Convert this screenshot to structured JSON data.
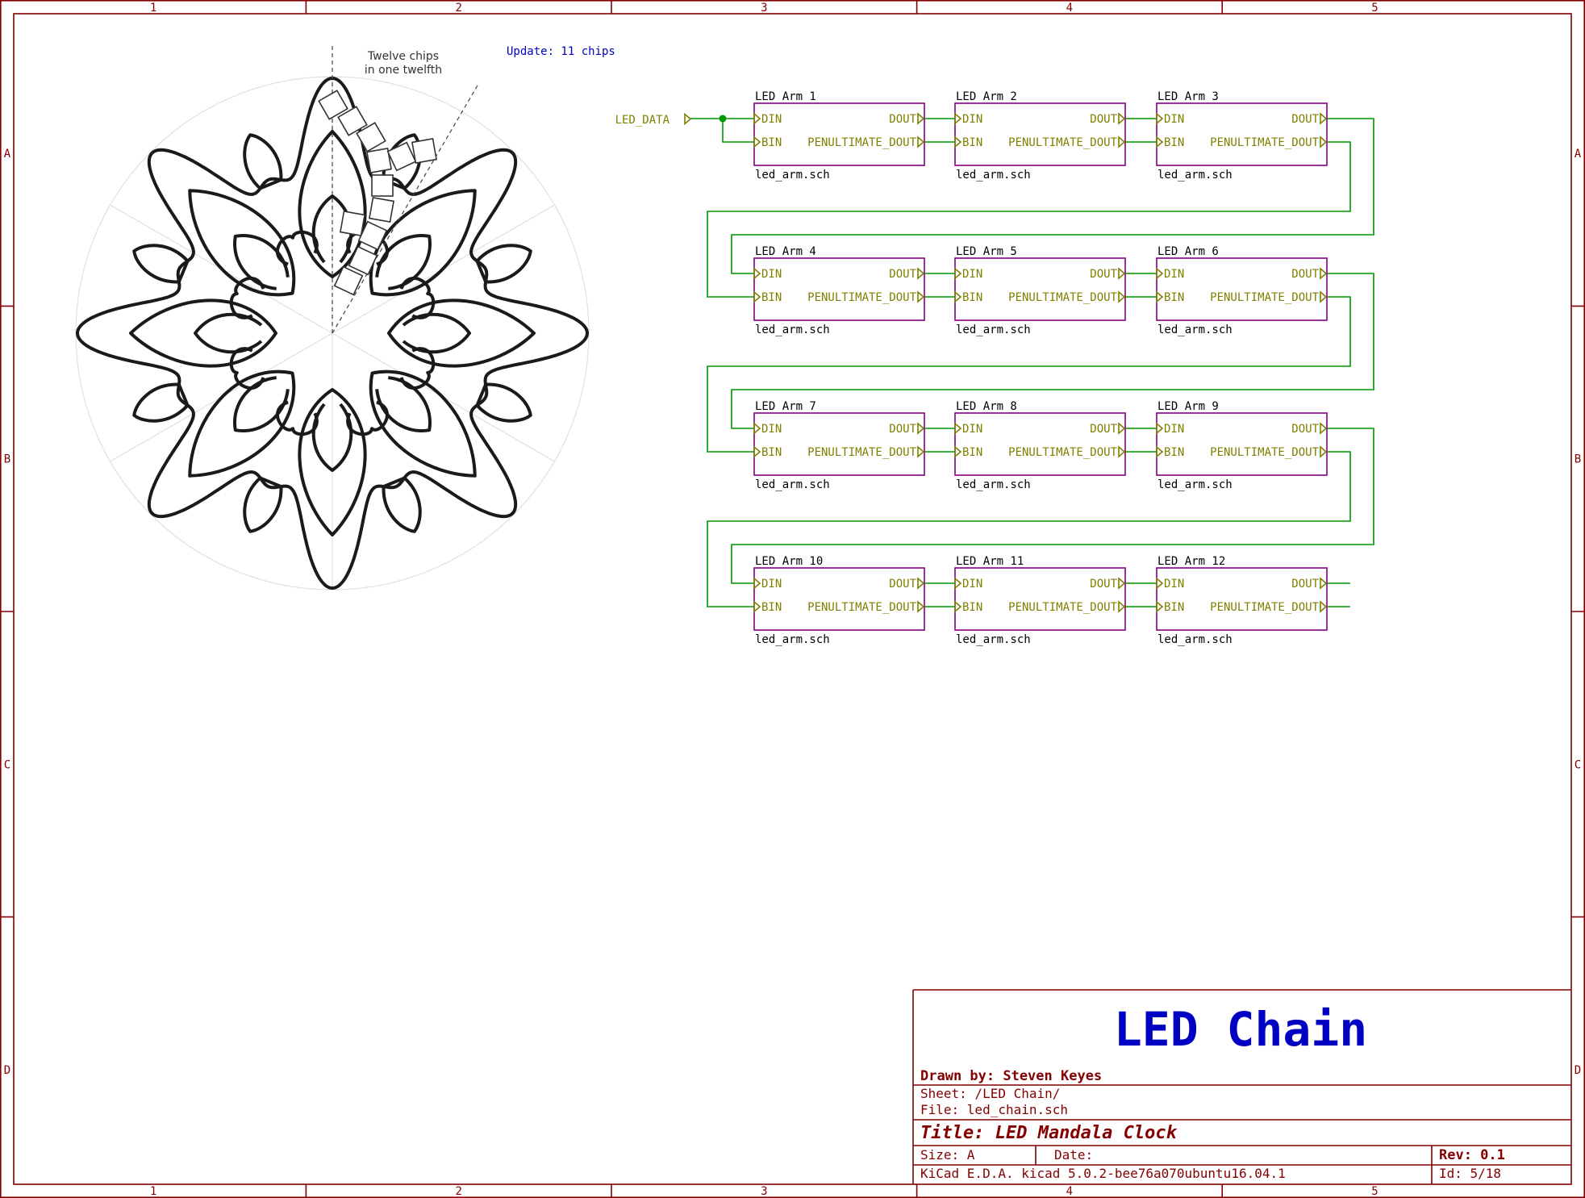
{
  "zones": {
    "columns": [
      "1",
      "2",
      "3",
      "4",
      "5"
    ],
    "rows": [
      "A",
      "B",
      "C",
      "D"
    ]
  },
  "input_label": "LED_DATA",
  "note": {
    "line1": "Twelve chips",
    "line2": "in one twelfth",
    "update": "Update: 11 chips"
  },
  "sheets": [
    {
      "name": "LED Arm 1",
      "file": "led_arm.sch"
    },
    {
      "name": "LED Arm 2",
      "file": "led_arm.sch"
    },
    {
      "name": "LED Arm 3",
      "file": "led_arm.sch"
    },
    {
      "name": "LED Arm 4",
      "file": "led_arm.sch"
    },
    {
      "name": "LED Arm 5",
      "file": "led_arm.sch"
    },
    {
      "name": "LED Arm 6",
      "file": "led_arm.sch"
    },
    {
      "name": "LED Arm 7",
      "file": "led_arm.sch"
    },
    {
      "name": "LED Arm 8",
      "file": "led_arm.sch"
    },
    {
      "name": "LED Arm 9",
      "file": "led_arm.sch"
    },
    {
      "name": "LED Arm 10",
      "file": "led_arm.sch"
    },
    {
      "name": "LED Arm 11",
      "file": "led_arm.sch"
    },
    {
      "name": "LED Arm 12",
      "file": "led_arm.sch"
    }
  ],
  "pins": {
    "din": "DIN",
    "bin": "BIN",
    "dout": "DOUT",
    "pdout": "PENULTIMATE_DOUT"
  },
  "title_block": {
    "big_title": "LED Chain",
    "drawn_by": "Drawn by: Steven Keyes",
    "sheet": "Sheet: /LED Chain/",
    "file": "File: led_chain.sch",
    "title": "Title: LED Mandala Clock",
    "size": "Size: A",
    "date": "Date:",
    "rev": "Rev: 0.1",
    "kicad": "KiCad E.D.A.  kicad 5.0.2-bee76a070ubuntu16.04.1",
    "id": "Id: 5/18"
  },
  "colors": {
    "frame": "#840000",
    "sheet_border": "#840084",
    "pin": "#808000",
    "wire": "#009600",
    "text_blue": "#0000c2"
  }
}
